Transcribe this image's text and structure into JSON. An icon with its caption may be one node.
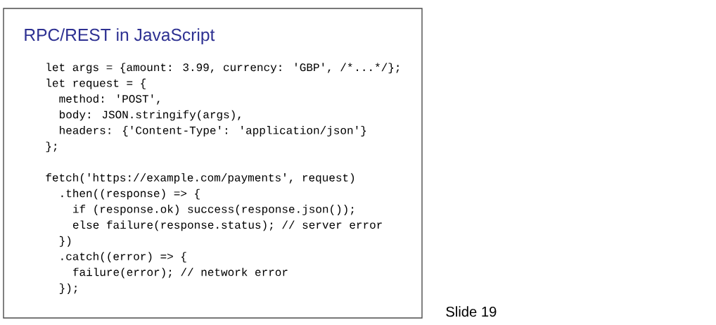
{
  "diagram": {
    "title": "RPC/REST in JavaScript",
    "labels": [
      "let args = {amount: 3.99, currency: 'GBP', /*",
      "...*/};",
      "let request = {",
      "method: 'POST',",
      "body: JSON.stringify(args),",
      "headers: {'Content-Type': 'application/json'}",
      "};",
      "fetch('https://example.com/payments', request)",
      ".then((response) => {",
      "if (response.ok) success(response.json());",
      "else failure(response.status); // server error",
      "})",
      ".catch((error) => {",
      "failure(error); // network error",
      "});",
      "Slide 19"
    ]
  }
}
